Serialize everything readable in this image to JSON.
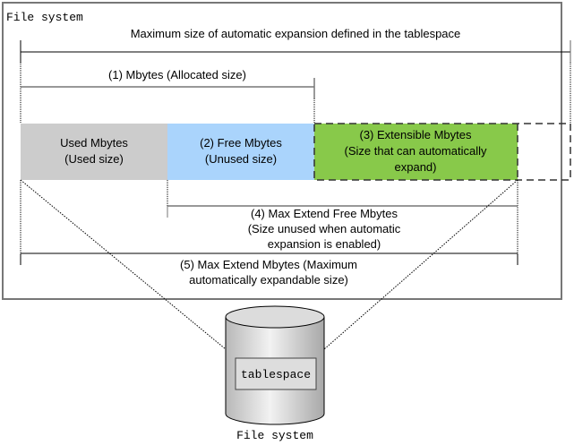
{
  "frame": {
    "title": "File system"
  },
  "max_size": {
    "label": "Maximum size of automatic expansion defined in the tablespace"
  },
  "allocated": {
    "label": "(1) Mbytes (Allocated size)"
  },
  "segments": [
    {
      "line1": "Used Mbytes",
      "line2": "(Used size)",
      "line3": "",
      "color": "#cccccc"
    },
    {
      "line1": "(2) Free Mbytes",
      "line2": "(Unused size)",
      "line3": "",
      "color": "#aad4fc"
    },
    {
      "line1": "(3) Extensible Mbytes",
      "line2": "(Size that can automatically",
      "line3": "expand)",
      "color": "#88c94a"
    }
  ],
  "max_extend_free": {
    "line1": "(4) Max Extend Free Mbytes",
    "line2": "(Size unused when automatic",
    "line3": "expansion is enabled)"
  },
  "max_extend": {
    "line1": "(5) Max Extend Mbytes (Maximum",
    "line2": "automatically expandable size)"
  },
  "cylinder": {
    "label": "tablespace",
    "caption": "File system"
  }
}
